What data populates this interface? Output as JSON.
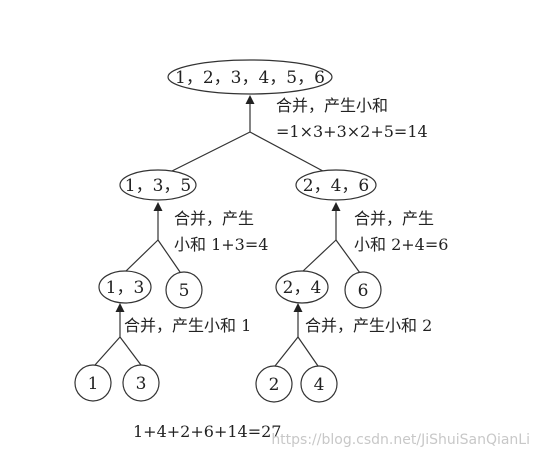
{
  "nodes": {
    "root": "1，2，3，4，5，6",
    "left_mid": "1，3，5",
    "right_mid": "2，4，6",
    "left_low": "1，3",
    "left_low_single": "5",
    "right_low": "2，4",
    "right_low_single": "6",
    "leaf_1": "1",
    "leaf_3": "3",
    "leaf_2": "2",
    "leaf_4": "4"
  },
  "annotations": {
    "root_line1": "合并，产生小和",
    "root_line2": "=1×3+3×2+5=14",
    "left_mid_line1": "合并，产生",
    "left_mid_line2": "小和 1+3=4",
    "right_mid_line1": "合并，产生",
    "right_mid_line2": "小和 2+4=6",
    "left_low": "合并，产生小和 1",
    "right_low": "合并，产生小和 2"
  },
  "total": "1+4+2+6+14=27",
  "watermark": "https://blog.csdn.net/JiShuiSanQianLi",
  "colors": {
    "stroke": "#333333",
    "text": "#222222",
    "watermark": "#c8c8c8"
  }
}
